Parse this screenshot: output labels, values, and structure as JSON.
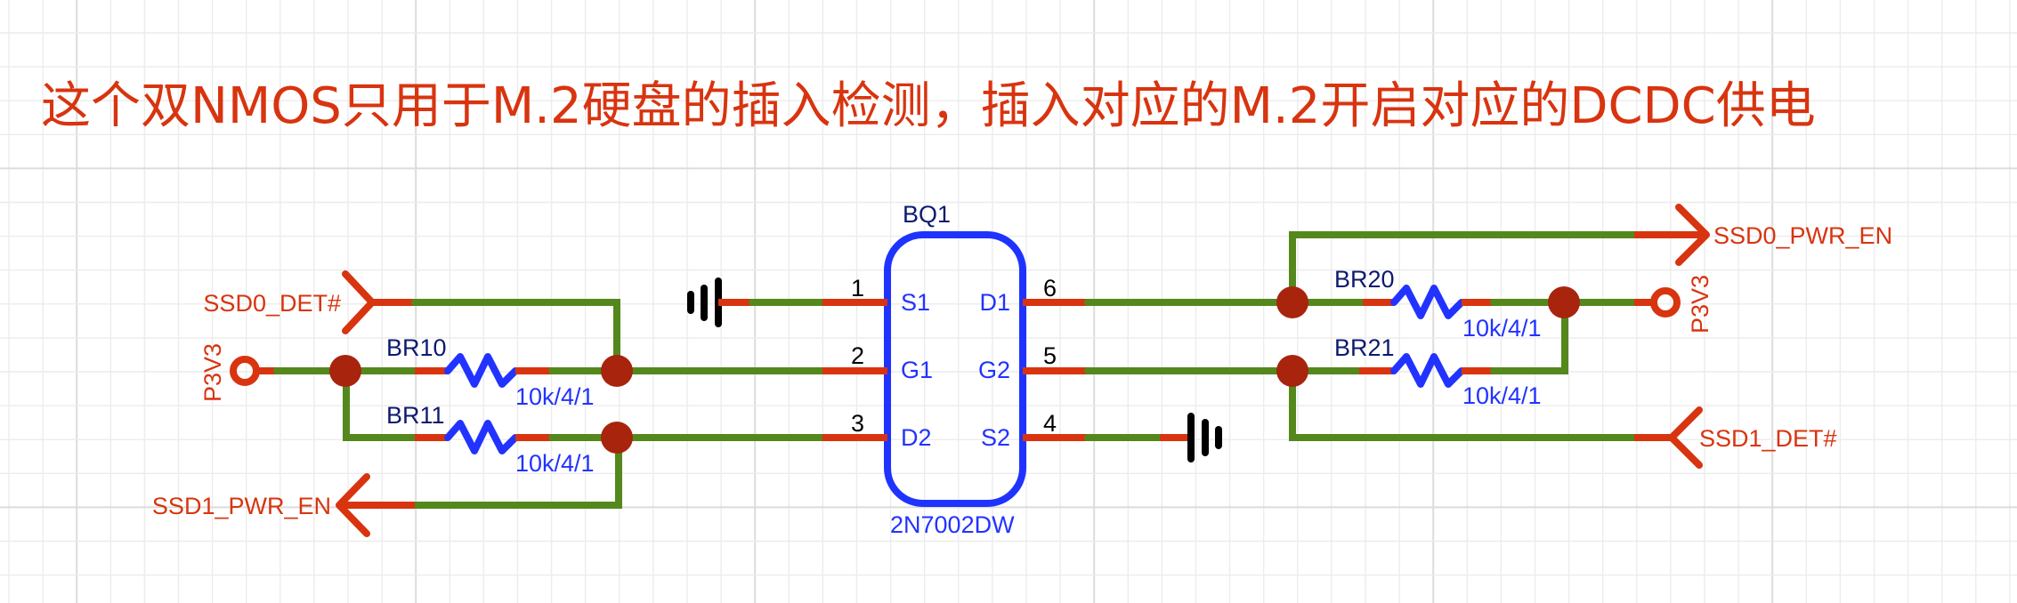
{
  "title": "这个双NMOS只用于M.2硬盘的插入检测，插入对应的M.2开启对应的DCDC供电",
  "colors": {
    "net_label": "#d8340f",
    "wire": "#54881c",
    "junction": "#a8240c",
    "component": "#2233ff",
    "designator": "#0d1a6e"
  },
  "ic": {
    "designator": "BQ1",
    "part": "2N7002DW",
    "pins": [
      {
        "num": "1",
        "name": "S1"
      },
      {
        "num": "2",
        "name": "G1"
      },
      {
        "num": "3",
        "name": "D2"
      },
      {
        "num": "4",
        "name": "S2"
      },
      {
        "num": "5",
        "name": "G2"
      },
      {
        "num": "6",
        "name": "D1"
      }
    ]
  },
  "resistors": [
    {
      "designator": "BR10",
      "value": "10k/4/1"
    },
    {
      "designator": "BR11",
      "value": "10k/4/1"
    },
    {
      "designator": "BR20",
      "value": "10k/4/1"
    },
    {
      "designator": "BR21",
      "value": "10k/4/1"
    }
  ],
  "nets": {
    "ssd0_det": "SSD0_DET#",
    "ssd1_det": "SSD1_DET#",
    "ssd0_pwr_en": "SSD0_PWR_EN",
    "ssd1_pwr_en": "SSD1_PWR_EN",
    "p3v3_left": "P3V3",
    "p3v3_right": "P3V3"
  },
  "icons": {
    "ground": "ground-icon",
    "power_port": "power-circle-icon",
    "input_port": "input-port-icon",
    "output_port": "output-arrow-icon"
  }
}
